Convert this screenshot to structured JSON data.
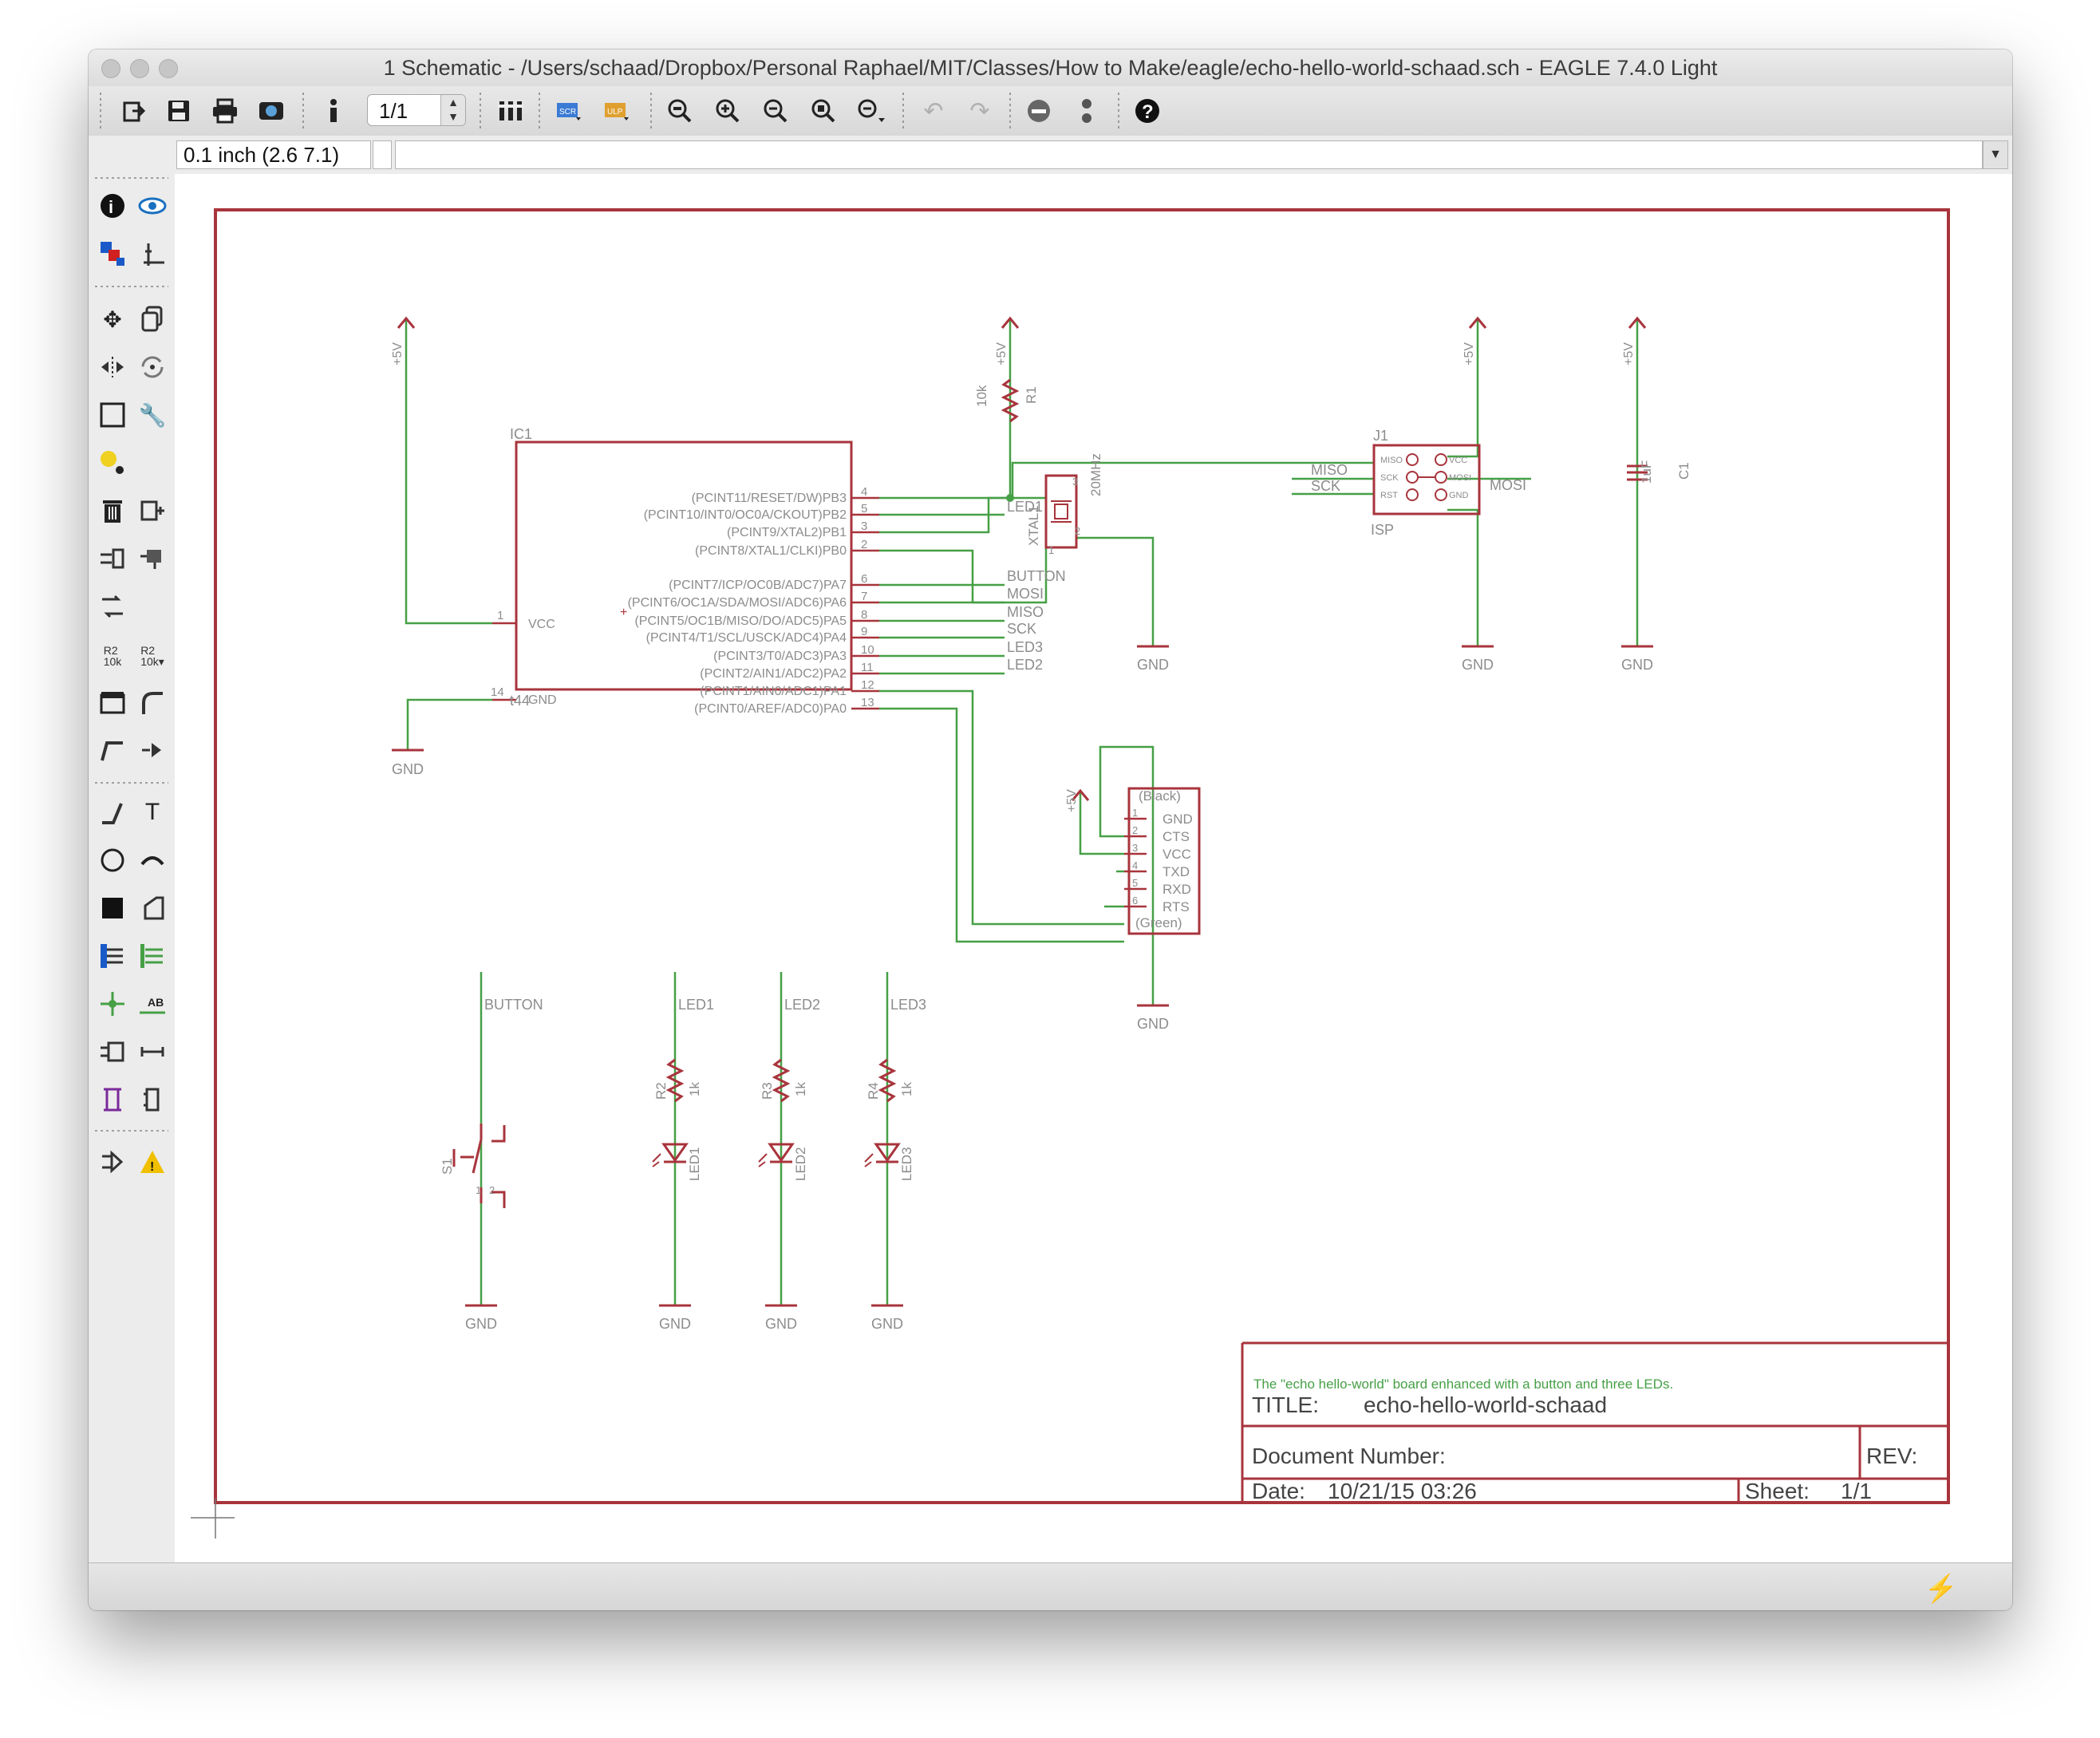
{
  "window": {
    "title": "1 Schematic - /Users/schaad/Dropbox/Personal Raphael/MIT/Classes/How to Make/eagle/echo-hello-world-schaad.sch - EAGLE 7.4.0 Light"
  },
  "toolbar": {
    "sheet_value": "1/1",
    "icons": [
      "open-icon",
      "save-icon",
      "print-icon",
      "cam-icon",
      "use-icon",
      "sheet-stepper",
      "layers-icon",
      "script-icon",
      "ulp-icon",
      "zoom-fit-icon",
      "zoom-in-icon",
      "zoom-out-icon",
      "zoom-redraw-icon",
      "zoom-select-icon",
      "undo-icon",
      "redo-icon",
      "stop-icon",
      "go-icon",
      "help-icon"
    ]
  },
  "command_bar": {
    "grid_readout": "0.1 inch (2.6 7.1)",
    "command_value": ""
  },
  "sidebar": {
    "tools": [
      "info",
      "show",
      "display",
      "mark",
      "move",
      "copy",
      "mirror",
      "rotate",
      "group",
      "change",
      "paste",
      "delete",
      "add",
      "pinswap",
      "gateswap",
      "replace",
      "name",
      "value",
      "smash",
      "miter",
      "split",
      "invoke",
      "wire",
      "text",
      "circle",
      "arc",
      "rect",
      "polygon",
      "bus",
      "net",
      "junction",
      "label",
      "attribute",
      "dimension",
      "erc",
      "errors"
    ]
  },
  "schematic": {
    "ic1": {
      "name": "IC1",
      "value": "t44",
      "left_pins": [
        {
          "num": "1",
          "label": "VCC"
        },
        {
          "num": "14",
          "label": "GND"
        }
      ],
      "right_pins": [
        {
          "num": "4",
          "label": "(PCINT11/RESET/DW)PB3"
        },
        {
          "num": "5",
          "label": "(PCINT10/INT0/OC0A/CKOUT)PB2"
        },
        {
          "num": "3",
          "label": "(PCINT9/XTAL2)PB1"
        },
        {
          "num": "2",
          "label": "(PCINT8/XTAL1/CLKI)PB0"
        },
        {
          "num": "6",
          "label": "(PCINT7/ICP/OC0B/ADC7)PA7"
        },
        {
          "num": "7",
          "label": "(PCINT6/OC1A/SDA/MOSI/ADC6)PA6"
        },
        {
          "num": "8",
          "label": "(PCINT5/OC1B/MISO/DO/ADC5)PA5"
        },
        {
          "num": "9",
          "label": "(PCINT4/T1/SCL/USCK/ADC4)PA4"
        },
        {
          "num": "10",
          "label": "(PCINT3/T0/ADC3)PA3"
        },
        {
          "num": "11",
          "label": "(PCINT2/AIN1/ADC2)PA2"
        },
        {
          "num": "12",
          "label": "(PCINT1/AIN0/ADC1)PA1"
        },
        {
          "num": "13",
          "label": "(PCINT0/AREF/ADC0)PA0"
        }
      ],
      "nets": [
        "LED1",
        "BUTTON",
        "MOSI",
        "MISO",
        "SCK",
        "LED3",
        "LED2"
      ]
    },
    "r1": {
      "name": "R1",
      "value": "10k"
    },
    "xtal": {
      "name": "XTAL1",
      "value": "20MHz",
      "pins": [
        "3",
        "2",
        "1"
      ]
    },
    "isp": {
      "name": "J1",
      "value": "ISP",
      "pins_left": [
        "MISO",
        "SCK",
        "RST"
      ],
      "pins_right": [
        "VCC",
        "MOSI",
        "GND"
      ],
      "nets_left": [
        "MISO",
        "SCK"
      ],
      "net_right": "MOSI"
    },
    "c1": {
      "name": "C1",
      "value": "1uF"
    },
    "ftdi": {
      "header": "(Black)",
      "footer": "(Green)",
      "pins": [
        {
          "num": "1",
          "label": "GND"
        },
        {
          "num": "2",
          "label": "CTS"
        },
        {
          "num": "3",
          "label": "VCC"
        },
        {
          "num": "4",
          "label": "TXD"
        },
        {
          "num": "5",
          "label": "RXD"
        },
        {
          "num": "6",
          "label": "RTS"
        }
      ]
    },
    "supply": {
      "vcc": "+5V",
      "gnd": "GND"
    },
    "button": {
      "net": "BUTTON",
      "name": "S1",
      "pins": [
        "1",
        "2"
      ]
    },
    "leds": [
      {
        "net": "LED1",
        "res": "R2",
        "res_val": "1k",
        "led": "LED1"
      },
      {
        "net": "LED2",
        "res": "R3",
        "res_val": "1k",
        "led": "LED2"
      },
      {
        "net": "LED3",
        "res": "R4",
        "res_val": "1k",
        "led": "LED3"
      }
    ]
  },
  "title_block": {
    "description": "The \"echo hello-world\" board enhanced with a button and three LEDs.",
    "title_label": "TITLE:",
    "title_value": "echo-hello-world-schaad",
    "docnum_label": "Document Number:",
    "rev_label": "REV:",
    "date_label": "Date:",
    "date_value": "10/21/15 03:26",
    "sheet_label": "Sheet:",
    "sheet_value": "1/1"
  },
  "colors": {
    "frame": "#a8343c",
    "net": "#46a046",
    "text_gray": "#8c8c8c",
    "title_text": "#444444"
  }
}
